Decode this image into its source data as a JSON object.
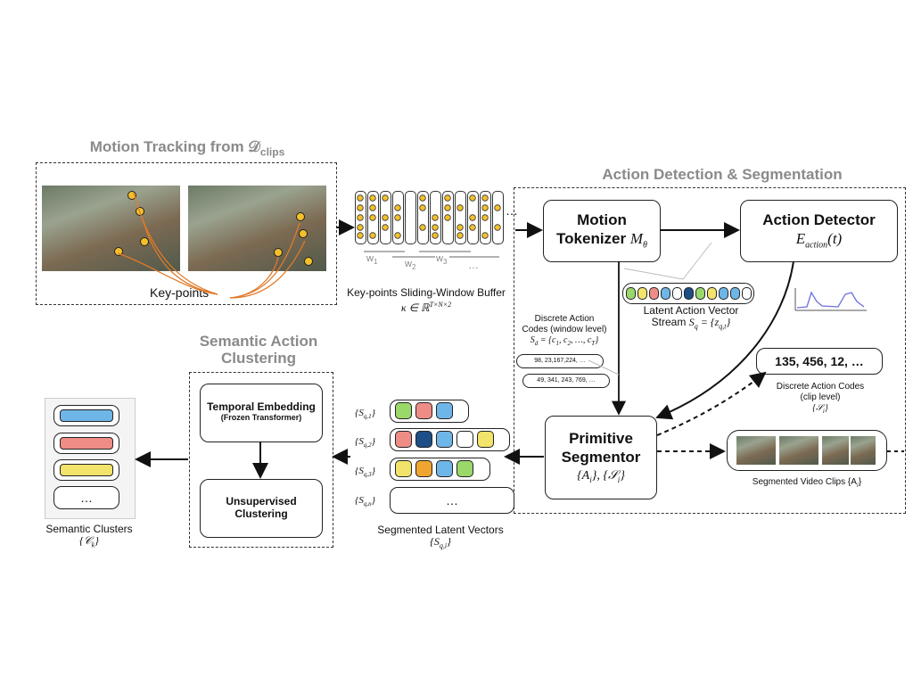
{
  "tracking": {
    "title": "Motion Tracking from 𝒟",
    "title_sub": "clips",
    "keypoints_label": "Key-points"
  },
  "buffer": {
    "windows": [
      "w",
      "w",
      "w"
    ],
    "window_subs": [
      "1",
      "2",
      "3"
    ],
    "ellipsis_right": "…",
    "ellipsis_below": "…",
    "caption": "Key-points Sliding-Window Buffer",
    "formula": "κ ∈ ℝ",
    "formula_sup": "T×N×2"
  },
  "detection": {
    "title": "Action Detection & Segmentation",
    "tokenizer": {
      "line1": "Motion",
      "line2": "Tokenizer",
      "symbol": "M",
      "symbol_sub": "θ"
    },
    "detector": {
      "line1": "Action Detector",
      "formula": "E",
      "formula_sub": "action",
      "formula_arg": "(t)"
    },
    "latent_caption_line1": "Latent Action Vector",
    "latent_caption_line2": "Stream",
    "latent_formula": "S",
    "latent_formula_sub": "q",
    "latent_formula_rest": " = {z",
    "latent_formula_rest_sub": "q,t",
    "latent_formula_end": "}",
    "latent_colors": [
      "#9ad86a",
      "#f2e46a",
      "#ee8d86",
      "#6fb6e8",
      "#ffffff",
      "#1e4e86",
      "#9ad86a",
      "#f2e46a",
      "#6fb6e8",
      "#6fb6e8",
      "#ffffff"
    ],
    "discrete_window_line1": "Discrete Action",
    "discrete_window_line2": "Codes (window level)",
    "discrete_window_formula": "S",
    "discrete_window_formula_sub": "d",
    "discrete_window_formula_rest": " = {c",
    "discrete_window_formula_tail": ", c",
    "discrete_window_formula_end": ", …, c",
    "discrete_window_formula_close": "}",
    "discrete_window_subs": [
      "1",
      "2",
      "T"
    ],
    "code_pill_1": "98, 23,167,224, …",
    "code_pill_2": "49, 341, 243, 769, …",
    "clip_codes": "135, 456, 12, …",
    "clip_caption_line1": "Discrete Action Codes",
    "clip_caption_line2": "(clip level)",
    "clip_caption_formula": "{𝒮",
    "clip_caption_formula_sub": "i",
    "clip_caption_formula_end": "}",
    "segmentor": {
      "line1": "Primitive",
      "line2": "Segmentor",
      "formula_a": "{A",
      "formula_a_sub": "i",
      "formula_mid": "}, {𝒮",
      "formula_b_sub": "i",
      "formula_end": "}"
    },
    "clips_caption": "Segmented Video Clips {A",
    "clips_caption_sub": "i",
    "clips_caption_end": "}",
    "detector_plot_color": "#6b6fe0"
  },
  "segmented": {
    "rows": [
      {
        "label": "{S",
        "sub": "q,1",
        "close": "}",
        "colors": [
          "#9ad86a",
          "#ee8d86",
          "#6fb6e8"
        ]
      },
      {
        "label": "{S",
        "sub": "q,2",
        "close": "}",
        "colors": [
          "#ee8d86",
          "#1e4e86",
          "#6fb6e8",
          "#ffffff",
          "#f2e46a"
        ]
      },
      {
        "label": "{S",
        "sub": "q,3",
        "close": "}",
        "colors": [
          "#f2e46a",
          "#f0a530",
          "#6fb6e8",
          "#9ad86a"
        ]
      },
      {
        "label": "{S",
        "sub": "q,n",
        "close": "}",
        "text": "…"
      }
    ],
    "caption": "Segmented Latent Vectors",
    "formula": "{S",
    "formula_sub": "q,i",
    "formula_end": "}"
  },
  "clustering": {
    "title_line1": "Semantic Action",
    "title_line2": "Clustering",
    "temporal_line1": "Temporal Embedding",
    "temporal_line2": "(Frozen Transformer)",
    "unsup_line1": "Unsupervised",
    "unsup_line2": "Clustering"
  },
  "clusters": {
    "colors": [
      "#6fb6e8",
      "#ee8d86",
      "#f2e46a"
    ],
    "ellipsis": "…",
    "caption": "Semantic Clusters",
    "formula": "{𝒞",
    "formula_sub": "k",
    "formula_end": "}"
  }
}
